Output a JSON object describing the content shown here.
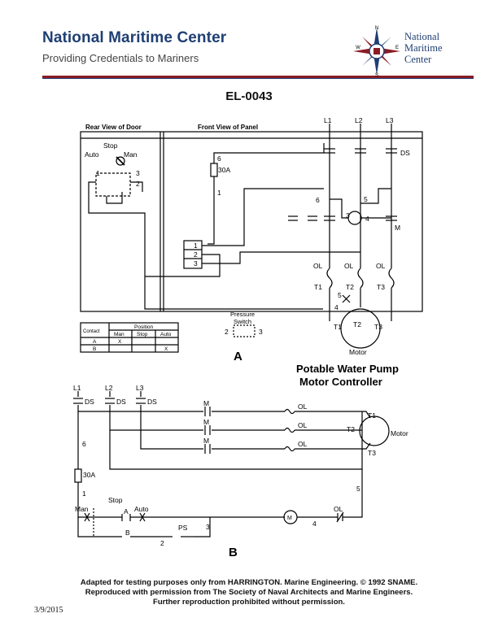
{
  "header": {
    "title": "National Maritime Center",
    "subtitle": "Providing Credentials to Mariners",
    "logo": {
      "line1": "National",
      "line2": "Maritime",
      "line3": "Center",
      "compass": [
        "N",
        "W",
        "E",
        "S"
      ]
    },
    "bar_colors": {
      "red": "#8a1c24",
      "blue": "#1f3f73"
    }
  },
  "doc_id": "EL-0043",
  "diagram_a": {
    "rear_view_label": "Rear View of Door",
    "front_view_label": "Front View of Panel",
    "switch_labels": {
      "stop": "Stop",
      "auto": "Auto",
      "man": "Man"
    },
    "terminal_numbers": [
      "1",
      "2",
      "3",
      "4",
      "5",
      "6"
    ],
    "fuse_label": "30A",
    "line_labels": [
      "L1",
      "L2",
      "L3"
    ],
    "contact_labels": [
      "DS",
      "M",
      "OL"
    ],
    "terminals": [
      "T1",
      "T2",
      "T3"
    ],
    "motor_label": "Motor",
    "pressure_switch_label": [
      "Pressure",
      "Switch"
    ],
    "contact_table": {
      "position_header": "Position",
      "columns": [
        "Contact",
        "Man",
        "Stop",
        "Auto"
      ],
      "rows": [
        [
          "A",
          "X",
          "",
          ""
        ],
        [
          "B",
          "",
          "",
          "X"
        ]
      ]
    },
    "label": "A"
  },
  "diagram_b": {
    "title_line1": "Potable Water Pump",
    "title_line2": "Motor Controller",
    "line_labels": [
      "L1",
      "L2",
      "L3"
    ],
    "ds_label": "DS",
    "m_label": "M",
    "ol_label": "OL",
    "terminals": [
      "T1",
      "T2",
      "T3"
    ],
    "motor_label": "Motor",
    "fuse_label": "30A",
    "wire_numbers": [
      "1",
      "2",
      "3",
      "4",
      "5",
      "6"
    ],
    "stop_label": "Stop",
    "man_label": "Man",
    "auto_label": "Auto",
    "contact_a": "A",
    "contact_b": "B",
    "ps_label": "PS",
    "coil_label": "M",
    "label": "B"
  },
  "caption": {
    "line1": "Adapted for testing purposes only from HARRINGTON.  Marine Engineering. © 1992 SNAME.",
    "line2": "Reproduced with permission from The Society of Naval Architects and Marine Engineers.",
    "line3": "Further reproduction prohibited without permission."
  },
  "date": "3/9/2015"
}
